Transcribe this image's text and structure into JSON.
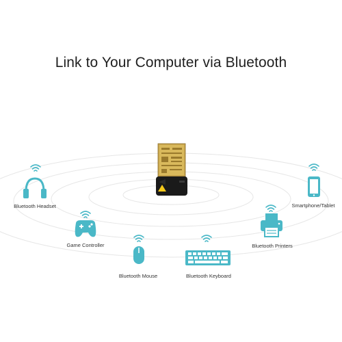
{
  "heading": {
    "title": "Link to Your Computer via Bluetooth"
  },
  "accent_color": "#4ab8c7",
  "adapter": {
    "icon": "bluetooth-usb-adapter"
  },
  "devices": [
    {
      "label": "Bluetooth Headset",
      "icon": "headphones-icon"
    },
    {
      "label": "Game Controller",
      "icon": "gamepad-icon"
    },
    {
      "label": "Bluetooth Mouse",
      "icon": "mouse-icon"
    },
    {
      "label": "Bluetooth Keyboard",
      "icon": "keyboard-icon"
    },
    {
      "label": "Bluetooth Printers",
      "icon": "printer-icon"
    },
    {
      "label": "Smartphone/Tablet",
      "icon": "smartphone-icon"
    }
  ]
}
